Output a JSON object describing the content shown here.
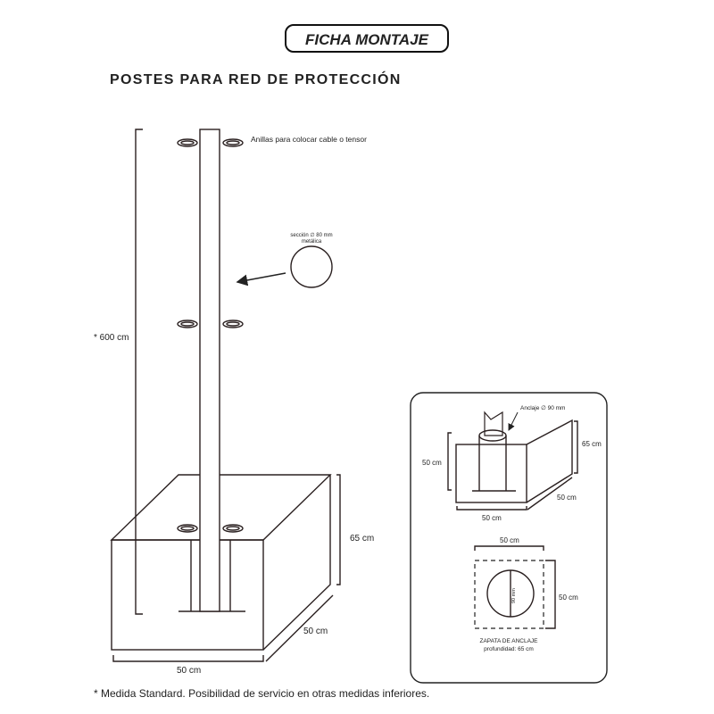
{
  "header": {
    "badge": "FICHA MONTAJE",
    "title": "POSTES PARA RED DE PROTECCIÓN"
  },
  "main_drawing": {
    "rings_label": "Anillas para colocar cable o tensor",
    "section_label_1": "sección ∅ 80 mm",
    "section_label_2": "metálica",
    "height_label": "* 600 cm",
    "base_height": "65 cm",
    "base_depth": "50 cm",
    "base_width": "50 cm"
  },
  "detail_panel": {
    "anchor_label": "Anclaje ∅ 90 mm",
    "left_height": "50 cm",
    "right_height": "65 cm",
    "width": "50 cm",
    "depth": "50 cm",
    "plan_top": "50 cm",
    "plan_right": "50 cm",
    "plan_diameter": "90 mm",
    "caption_1": "ZAPATA DE ANCLAJE",
    "caption_2": "profundidad: 65 cm"
  },
  "footnote": "* Medida Standard. Posibilidad de servicio en otras medidas inferiores."
}
